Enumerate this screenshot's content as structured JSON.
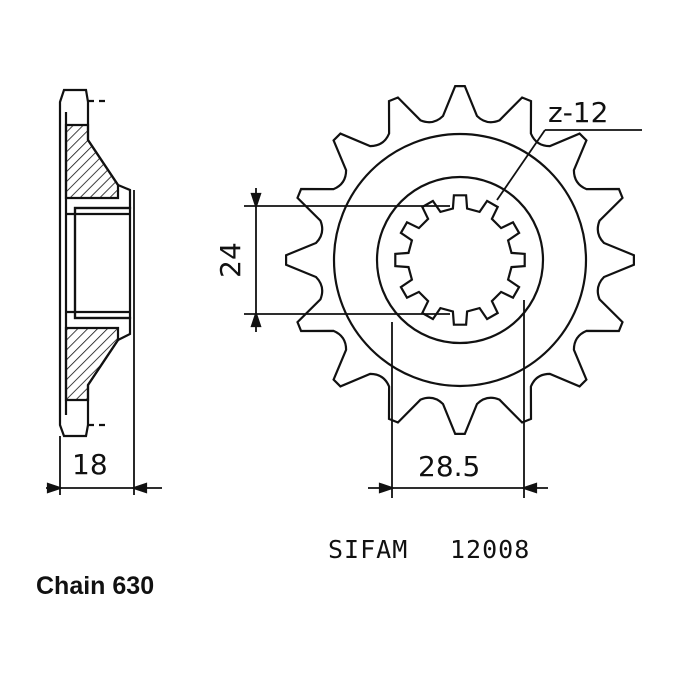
{
  "side_view": {
    "width_label": "18"
  },
  "front_view": {
    "teeth_label": "z-12",
    "spline_label": "24",
    "offset_label": "28.5"
  },
  "part": {
    "brand": "SIFAM",
    "number": "12008"
  },
  "chain_label": "Chain 630",
  "colors": {
    "ink": "#111111",
    "background": "#ffffff"
  }
}
